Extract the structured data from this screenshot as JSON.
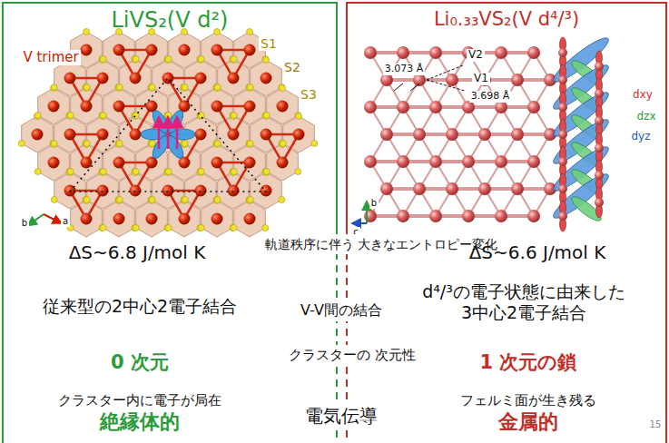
{
  "diagram": {
    "nodes": [
      {
        "text": [
          "LiVS₂(V d²)",
          "ΔS~6.8 J/mol K",
          "従来型の2中心2電子結合",
          "0 次元",
          "クラスター内に電子が局在",
          "絶縁体的"
        ]
      },
      {
        "text": [
          "Li₀.₃₃VS₂(V d⁴/³)",
          "ΔS~6.6 J/mol K",
          "d⁴/³の電子状態に由来した 3中心2電子結合",
          "1 次元の鎖",
          "フェルミ面が生き残る",
          "金属的"
        ]
      }
    ],
    "edges": [],
    "labels": [
      "V trimer",
      "S1",
      "S2",
      "S3",
      "3.073 Å",
      "3.698 Å",
      "V2",
      "V1",
      "dxy",
      "dzx",
      "dyz",
      "b",
      "a",
      "b",
      "c",
      "軌道秩序に伴う 大きなエントロピー変化",
      "V-V間の結合",
      "クラスターの 次元性",
      "電気伝導",
      "15"
    ]
  }
}
